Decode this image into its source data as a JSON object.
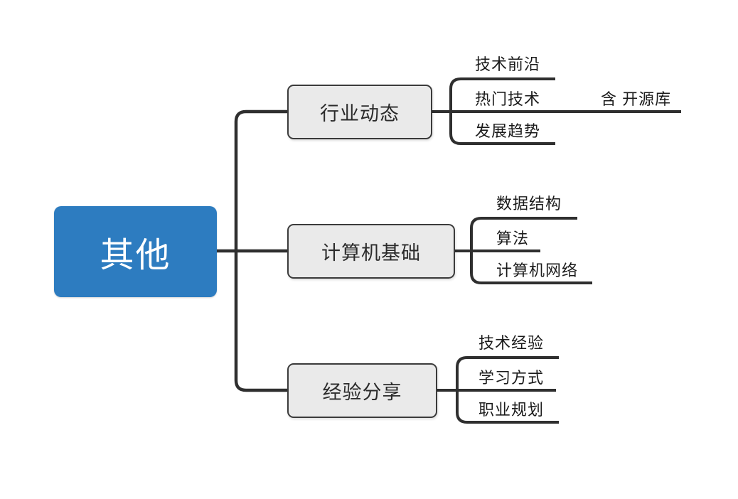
{
  "diagram": {
    "type": "mindmap",
    "title": "其他",
    "root": {
      "label": "其他",
      "color": "#2d7cc0",
      "text_color": "#ffffff"
    },
    "branch_style": {
      "fill": "#eaeaea",
      "border": "#3b3b3b",
      "text_color": "#2b2b2b"
    },
    "line_color": "#2f2f2f",
    "branches": [
      {
        "label": "行业动态",
        "leaves": [
          {
            "label": "技术前沿",
            "extra": ""
          },
          {
            "label": "热门技术",
            "extra": "含 开源库"
          },
          {
            "label": "发展趋势",
            "extra": ""
          }
        ]
      },
      {
        "label": "计算机基础",
        "leaves": [
          {
            "label": "数据结构",
            "extra": ""
          },
          {
            "label": "算法",
            "extra": ""
          },
          {
            "label": "计算机网络",
            "extra": ""
          }
        ]
      },
      {
        "label": "经验分享",
        "leaves": [
          {
            "label": "技术经验",
            "extra": ""
          },
          {
            "label": "学习方式",
            "extra": ""
          },
          {
            "label": "职业规划",
            "extra": ""
          }
        ]
      }
    ]
  }
}
